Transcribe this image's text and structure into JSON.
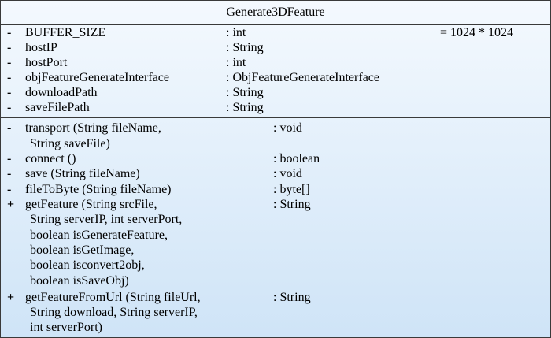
{
  "class_name": "Generate3DFeature",
  "attributes": [
    {
      "visibility": "-",
      "name": "BUFFER_SIZE",
      "type": ": int",
      "initial": "= 1024 * 1024"
    },
    {
      "visibility": "-",
      "name": "hostIP",
      "type": ": String",
      "initial": ""
    },
    {
      "visibility": "-",
      "name": "hostPort",
      "type": ": int",
      "initial": ""
    },
    {
      "visibility": "-",
      "name": "objFeatureGenerateInterface",
      "type": ": ObjFeatureGenerateInterface",
      "initial": ""
    },
    {
      "visibility": "-",
      "name": "downloadPath",
      "type": ": String",
      "initial": ""
    },
    {
      "visibility": "-",
      "name": "saveFilePath",
      "type": ": String",
      "initial": ""
    }
  ],
  "operations": [
    {
      "visibility": "-",
      "lines": [
        "transport (String fileName,",
        "String saveFile)"
      ],
      "return_type": ": void"
    },
    {
      "visibility": "-",
      "lines": [
        "connect ()"
      ],
      "return_type": ": boolean"
    },
    {
      "visibility": "-",
      "lines": [
        "save (String fileName)"
      ],
      "return_type": ": void"
    },
    {
      "visibility": "-",
      "lines": [
        "fileToByte (String fileName)"
      ],
      "return_type": ": byte[]"
    },
    {
      "visibility": "+",
      "lines": [
        "getFeature (String srcFile,",
        "String serverIP, int serverPort,",
        "boolean isGenerateFeature,",
        "boolean isGetImage,",
        "boolean isconvert2obj,",
        "boolean isSaveObj)"
      ],
      "return_type": ": String"
    },
    {
      "visibility": "+",
      "lines": [
        "getFeatureFromUrl (String fileUrl,",
        "String download, String serverIP,",
        "int serverPort)"
      ],
      "return_type": ": String"
    }
  ]
}
